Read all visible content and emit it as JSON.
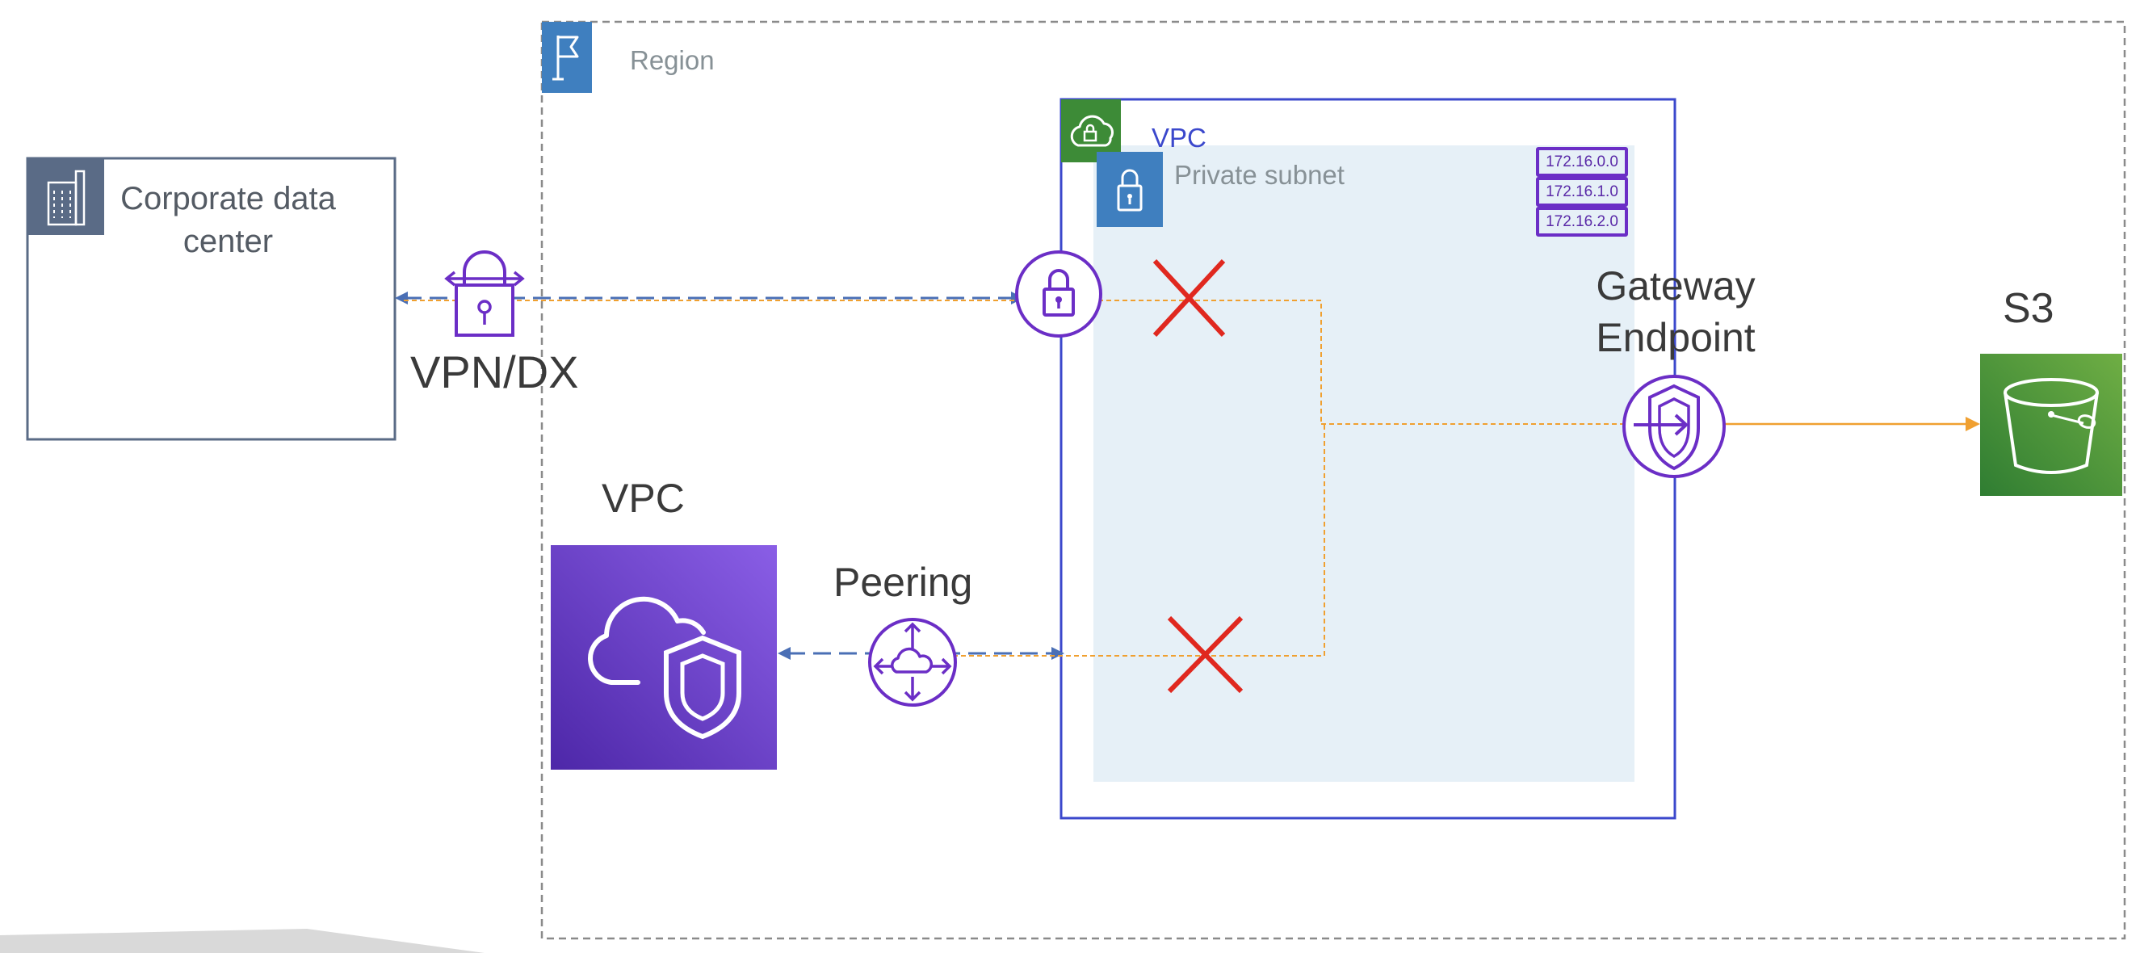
{
  "region": {
    "label": "Region"
  },
  "vpc_main": {
    "label": "VPC"
  },
  "private_subnet": {
    "label": "Private subnet",
    "cidrs": [
      "172.16.0.0",
      "172.16.1.0",
      "172.16.2.0"
    ]
  },
  "corporate": {
    "label": "Corporate data center"
  },
  "vpn": {
    "label": "VPN/DX"
  },
  "peered_vpc": {
    "label": "VPC"
  },
  "peering": {
    "label": "Peering"
  },
  "gateway": {
    "label": "Gateway Endpoint"
  },
  "s3": {
    "label": "S3"
  },
  "colors": {
    "aws_purple": "#6b2ec6",
    "vpc_blue": "#3b48cc",
    "region_blue": "#3f7fbf",
    "vpc_green": "#3d8b37",
    "s3_green": "#5a9a3a",
    "corp_gray": "#5a6b86",
    "blocked_red": "#e0281f",
    "route_orange": "#f0a030",
    "subnet_fill": "#e6f0f7"
  },
  "icons": {
    "region": "flag-icon",
    "vpc": "cloud-lock-icon",
    "subnet": "padlock-icon",
    "corporate": "office-building-icon",
    "vpn": "vpn-gateway-icon",
    "virtual_private_gateway": "padlock-circle-icon",
    "peering": "peering-connection-icon",
    "gateway_endpoint": "endpoint-shield-icon",
    "s3": "bucket-icon",
    "peered_vpc": "cloud-shield-icon",
    "blocked": "red-x-icon"
  }
}
